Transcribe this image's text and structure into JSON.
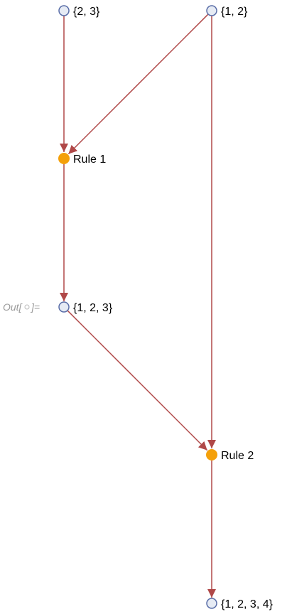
{
  "output_label": {
    "prefix": "Out[",
    "suffix": "]="
  },
  "colors": {
    "edge": "#b04848",
    "state_fill": "#e6ebf4",
    "state_stroke": "#5a6ea8",
    "event_fill": "#f4a00a",
    "out_label": "#999999"
  },
  "graph": {
    "nodes": [
      {
        "id": "s23",
        "kind": "state",
        "label": "{2, 3}"
      },
      {
        "id": "s12",
        "kind": "state",
        "label": "{1, 2}"
      },
      {
        "id": "r1",
        "kind": "event",
        "label": "Rule 1"
      },
      {
        "id": "s123",
        "kind": "state",
        "label": "{1, 2, 3}"
      },
      {
        "id": "r2",
        "kind": "event",
        "label": "Rule 2"
      },
      {
        "id": "s1234",
        "kind": "state",
        "label": "{1, 2, 3, 4}"
      }
    ],
    "edges": [
      {
        "from": "s23",
        "to": "r1"
      },
      {
        "from": "s12",
        "to": "r1"
      },
      {
        "from": "s12",
        "to": "r2"
      },
      {
        "from": "r1",
        "to": "s123"
      },
      {
        "from": "s123",
        "to": "r2"
      },
      {
        "from": "r2",
        "to": "s1234"
      }
    ]
  }
}
